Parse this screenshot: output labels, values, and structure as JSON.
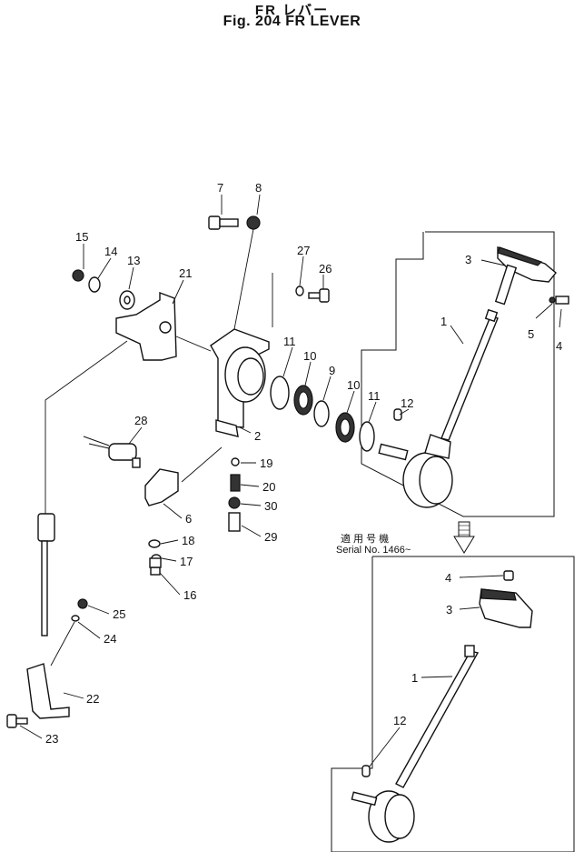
{
  "title_jp": "FR レバー",
  "title_en": "Fig. 204 FR LEVER",
  "serial_note_jp": "適 用 号 機",
  "serial_note": "Serial  No. 1466~",
  "callouts": {
    "c1": "1",
    "c2": "2",
    "c3": "3",
    "c4": "4",
    "c5": "5",
    "c6": "6",
    "c7": "7",
    "c8": "8",
    "c9": "9",
    "c10a": "10",
    "c10b": "10",
    "c11a": "11",
    "c11b": "11",
    "c12": "12",
    "c13": "13",
    "c14": "14",
    "c15": "15",
    "c16": "16",
    "c17": "17",
    "c18": "18",
    "c19": "19",
    "c20": "20",
    "c21": "21",
    "c22": "22",
    "c23": "23",
    "c24": "24",
    "c25": "25",
    "c26": "26",
    "c27": "27",
    "c28": "28",
    "c29": "29",
    "c30": "30",
    "s4": "4",
    "s3": "3",
    "s1": "1",
    "s12": "12"
  }
}
